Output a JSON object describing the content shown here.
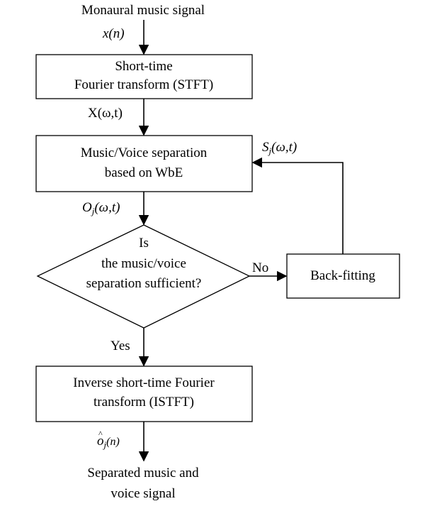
{
  "input_label": "Monaural music signal",
  "signal_xn": "x(n)",
  "stft_box": {
    "line1": "Short-time",
    "line2": "Fourier transform (STFT)"
  },
  "signal_X": "X(ω,t)",
  "separation_box": {
    "line1": "Music/Voice separation",
    "line2": "based on WbE"
  },
  "signal_O": {
    "base": "O",
    "sub": "j",
    "args": "(ω,t)"
  },
  "signal_S": {
    "base": "S",
    "sub": "j",
    "args": "(ω,t)"
  },
  "decision": {
    "line1": "Is",
    "line2": "the music/voice",
    "line3": "separation sufficient?"
  },
  "no_label": "No",
  "yes_label": "Yes",
  "backfit_box": "Back-fitting",
  "istft_box": {
    "line1": "Inverse short-time Fourier",
    "line2": "transform (ISTFT)"
  },
  "signal_ohat": {
    "hat": "^",
    "base": "o",
    "sub": "j",
    "args": "(n)"
  },
  "output_label": {
    "line1": "Separated music and",
    "line2": "voice signal"
  },
  "colors": {
    "stroke": "#000000",
    "background": "#ffffff"
  }
}
